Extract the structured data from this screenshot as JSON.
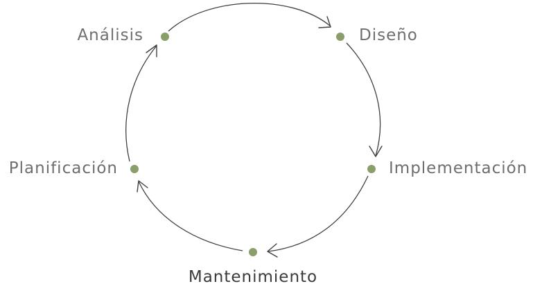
{
  "diagram": {
    "colors": {
      "node": "#8a9e6a",
      "arc": "#3f3f3f",
      "label": "#6e6e6e",
      "label_bottom": "#3a3a3a"
    },
    "stages": [
      {
        "id": "analisis",
        "label": "Análisis"
      },
      {
        "id": "diseno",
        "label": "Diseño"
      },
      {
        "id": "implementacion",
        "label": "Implementación"
      },
      {
        "id": "mantenimiento",
        "label": "Mantenimiento"
      },
      {
        "id": "planificacion",
        "label": "Planificación"
      }
    ]
  }
}
